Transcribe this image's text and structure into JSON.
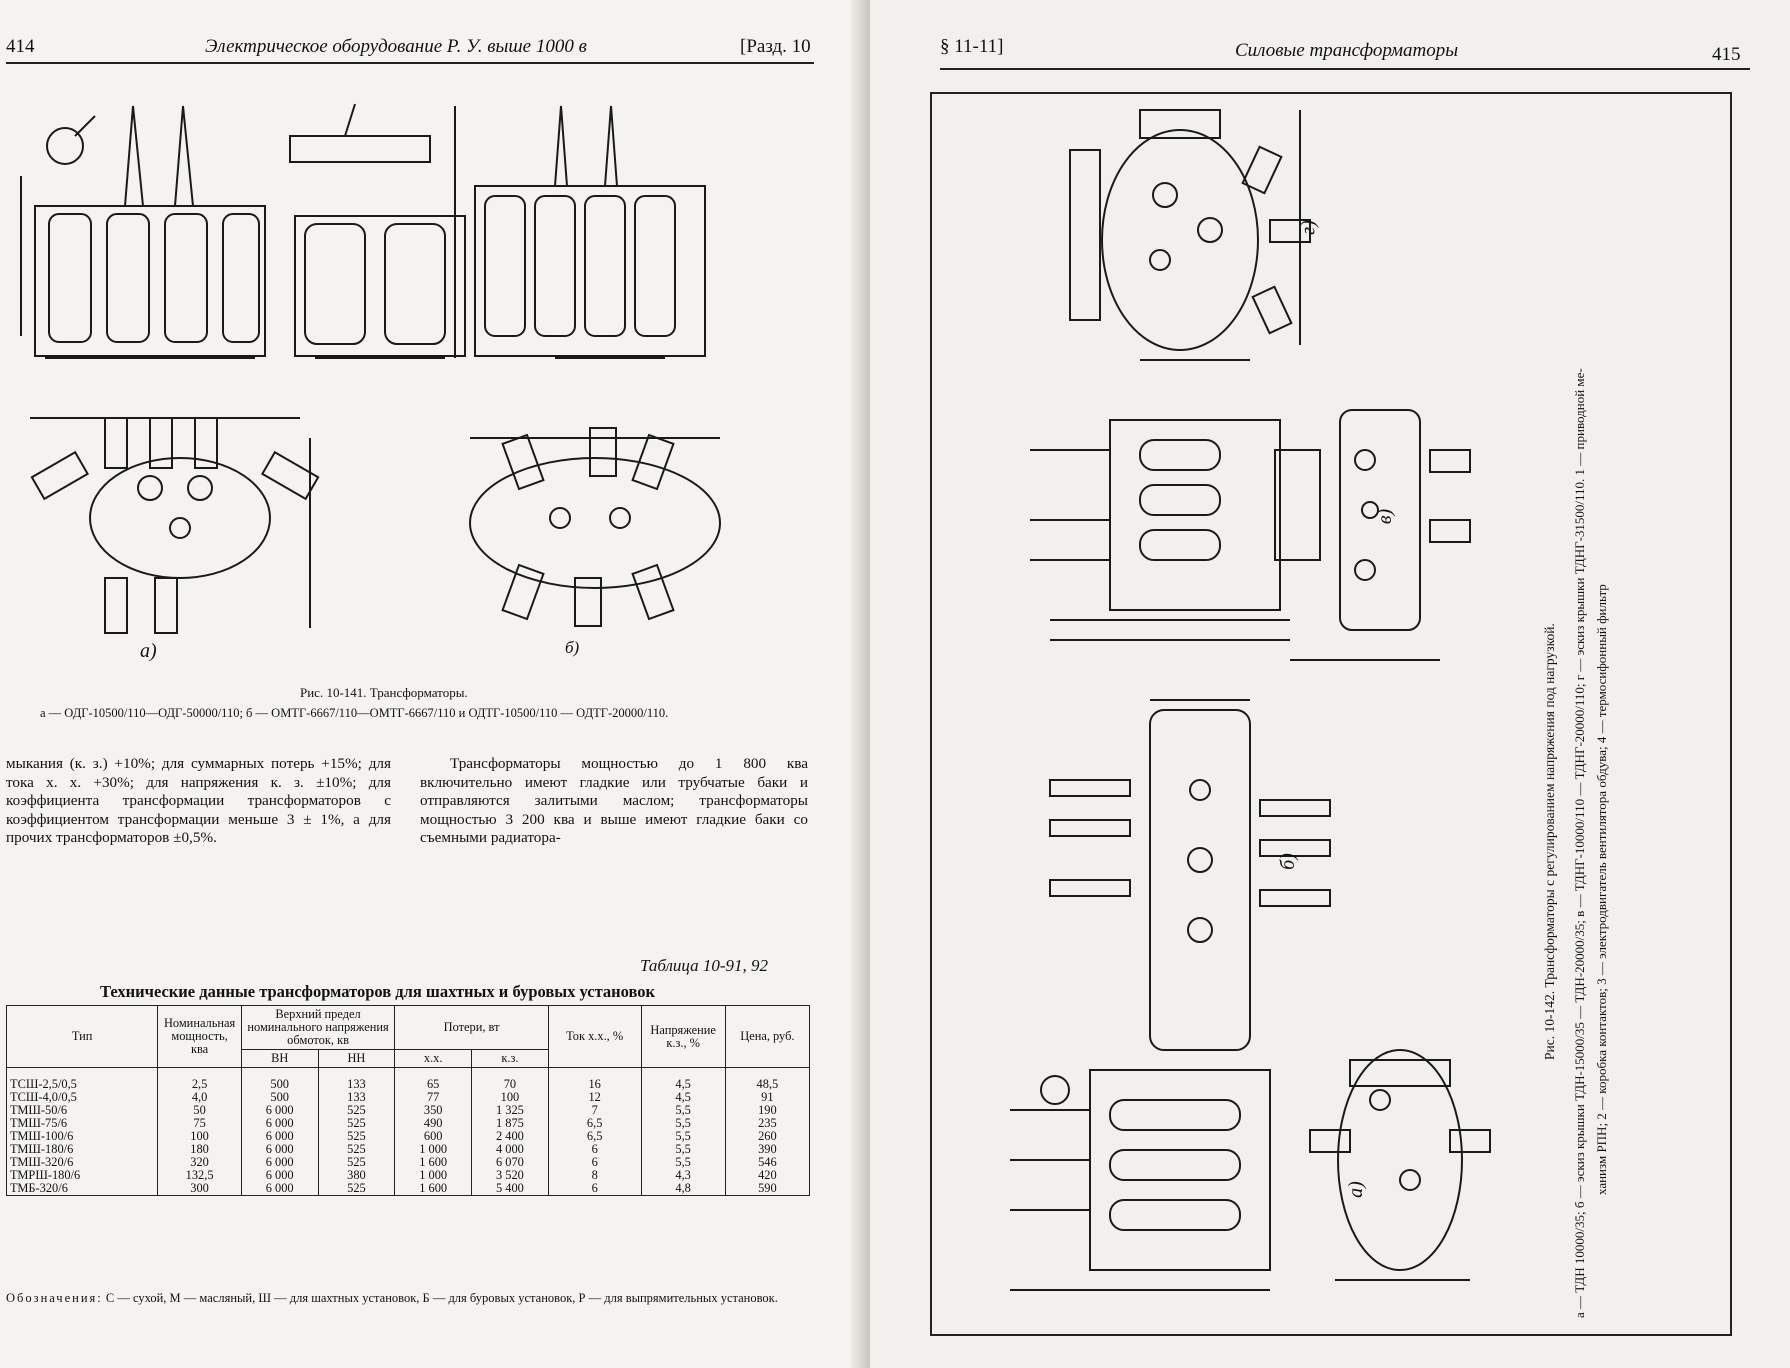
{
  "left_page": {
    "page_number": "414",
    "running_head": "Электрическое оборудование Р. У. выше 1000 в",
    "section_ref": "[Разд. 10",
    "figure_caption_title": "Рис. 10-141. Трансформаторы.",
    "figure_caption_legend": "а — ОДГ-10500/110—ОДГ-50000/110; б — ОМТГ-6667/110—ОМТГ-6667/110 и ОДТГ-10500/110 — ОДТГ-20000/110.",
    "figure_sub_a": "а)",
    "figure_sub_b": "б)",
    "para_left": "мыкания (к. з.) +10%; для суммарных потерь +15%; для тока х. х. +30%; для напряжения к. з. ±10%; для коэффициента трансформации трансформаторов с коэффициентом трансформации меньше 3 ± 1%, а для прочих трансформаторов ±0,5%.",
    "para_right": "Трансформаторы мощностью до 1 800 ква включительно имеют гладкие или трубчатые баки и отправляются залитыми маслом; трансформаторы мощностью 3 200 ква и выше имеют гладкие баки со съемными радиатора-",
    "table_label": "Таблица 10-91, 92",
    "table_title": "Технические данные трансформаторов для шахтных и буровых установок",
    "table": {
      "headers": {
        "type": "Тип",
        "power": "Номинальная мощность, ква",
        "upper_limit": "Верхний предел номинального напряжения обмоток, кв",
        "losses": "Потери, вт",
        "nl_current": "Ток х.х., %",
        "sc_voltage": "Напряжение к.з., %",
        "price": "Цена, руб.",
        "vn": "ВН",
        "nn": "НН",
        "xx": "х.х.",
        "kz": "к.з."
      },
      "rows": [
        [
          "ТСШ-2,5/0,5",
          "2,5",
          "500",
          "133",
          "65",
          "70",
          "16",
          "4,5",
          "48,5"
        ],
        [
          "ТСШ-4,0/0,5",
          "4,0",
          "500",
          "133",
          "77",
          "100",
          "12",
          "4,5",
          "91"
        ],
        [
          "ТМШ-50/6",
          "50",
          "6 000",
          "525",
          "350",
          "1 325",
          "7",
          "5,5",
          "190"
        ],
        [
          "ТМШ-75/6",
          "75",
          "6 000",
          "525",
          "490",
          "1 875",
          "6,5",
          "5,5",
          "235"
        ],
        [
          "ТМШ-100/6",
          "100",
          "6 000",
          "525",
          "600",
          "2 400",
          "6,5",
          "5,5",
          "260"
        ],
        [
          "ТМШ-180/6",
          "180",
          "6 000",
          "525",
          "1 000",
          "4 000",
          "6",
          "5,5",
          "390"
        ],
        [
          "ТМШ-320/6",
          "320",
          "6 000",
          "525",
          "1 600",
          "6 070",
          "6",
          "5,5",
          "546"
        ],
        [
          "ТМРШ-180/6",
          "132,5",
          "6 000",
          "380",
          "1 000",
          "3 520",
          "8",
          "4,3",
          "420"
        ],
        [
          "ТМБ-320/6",
          "300",
          "6 000",
          "525",
          "1 600",
          "5 400",
          "6",
          "4,8",
          "590"
        ]
      ]
    },
    "notes_label": "Обозначения:",
    "notes_text": "С — сухой, М — масляный, Ш — для шахтных установок, Б — для буровых установок, Р — для выпрямительных установок."
  },
  "right_page": {
    "page_number": "415",
    "running_head": "Силовые трансформаторы",
    "section_ref": "§ 11-11]",
    "figure_caption_title": "Рис. 10-142. Трансформаторы с регулированием напряжения под нагрузкой.",
    "figure_caption_line1": "а — ТДН 10000/35; б — эскиз крышки ТДН-15000/35 — ТДН-20000/35; в — ТДНГ-10000/110 — ТДНГ-20000/110; г — эскиз крышки ТДНГ-31500/110. 1 — приводной ме-",
    "figure_caption_line2": "ханизм РПН; 2 — коробка контактов; 3 — электродвигатель вентилятора обдува; 4 — термосифонный фильтр",
    "sub_a": "а)",
    "sub_b": "б)",
    "sub_v": "в)",
    "sub_g": "г)"
  }
}
